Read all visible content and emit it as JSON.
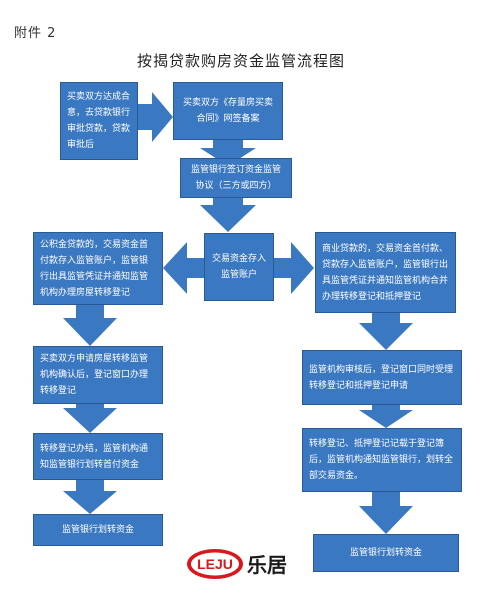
{
  "attachment_label": "附件 2",
  "title": "按揭贷款购房资金监管流程图",
  "nodes": {
    "loan_approval": "买卖双方达成合意，去贷款银行审批贷款，贷款审批后",
    "contract_filing": "买卖双方《存量房买卖合同》网签备案",
    "supervision_agreement": "监管银行签订资金监管协议（三方或四方）",
    "deposit_account": "交易资金存入监管账户",
    "left_fund_deposit": "公积金贷款的，交易资金首付款存入监管账户，监管银行出具监管凭证并通知监管机构办理房屋转移登记",
    "right_commercial_deposit": "商业贷款的，交易资金首付款、贷款存入监管账户，监管银行出具监管凭证并通知监管机构合并办理转移登记和抵押登记",
    "left_apply_transfer": "买卖双方申请房屋转移监管机构确认后，登记窗口办理转移登记",
    "right_review": "监管机构审核后，登记窗口同时受理转移登记和抵押登记申请",
    "left_transfer_done": "转移登记办结，监管机构通知监管银行划转首付资金",
    "right_registration_done": "转移登记、抵押登记记载于登记簿后，监管机构通知监管银行，划转全部交易资金。",
    "left_final": "监管银行划转资金",
    "right_final": "监管银行划转资金"
  },
  "logo": {
    "mark": "LEJU",
    "text": "乐居"
  },
  "colors": {
    "box": "#3b78c2",
    "arrow": "#3b78c2",
    "logo_red": "#d7191f"
  }
}
